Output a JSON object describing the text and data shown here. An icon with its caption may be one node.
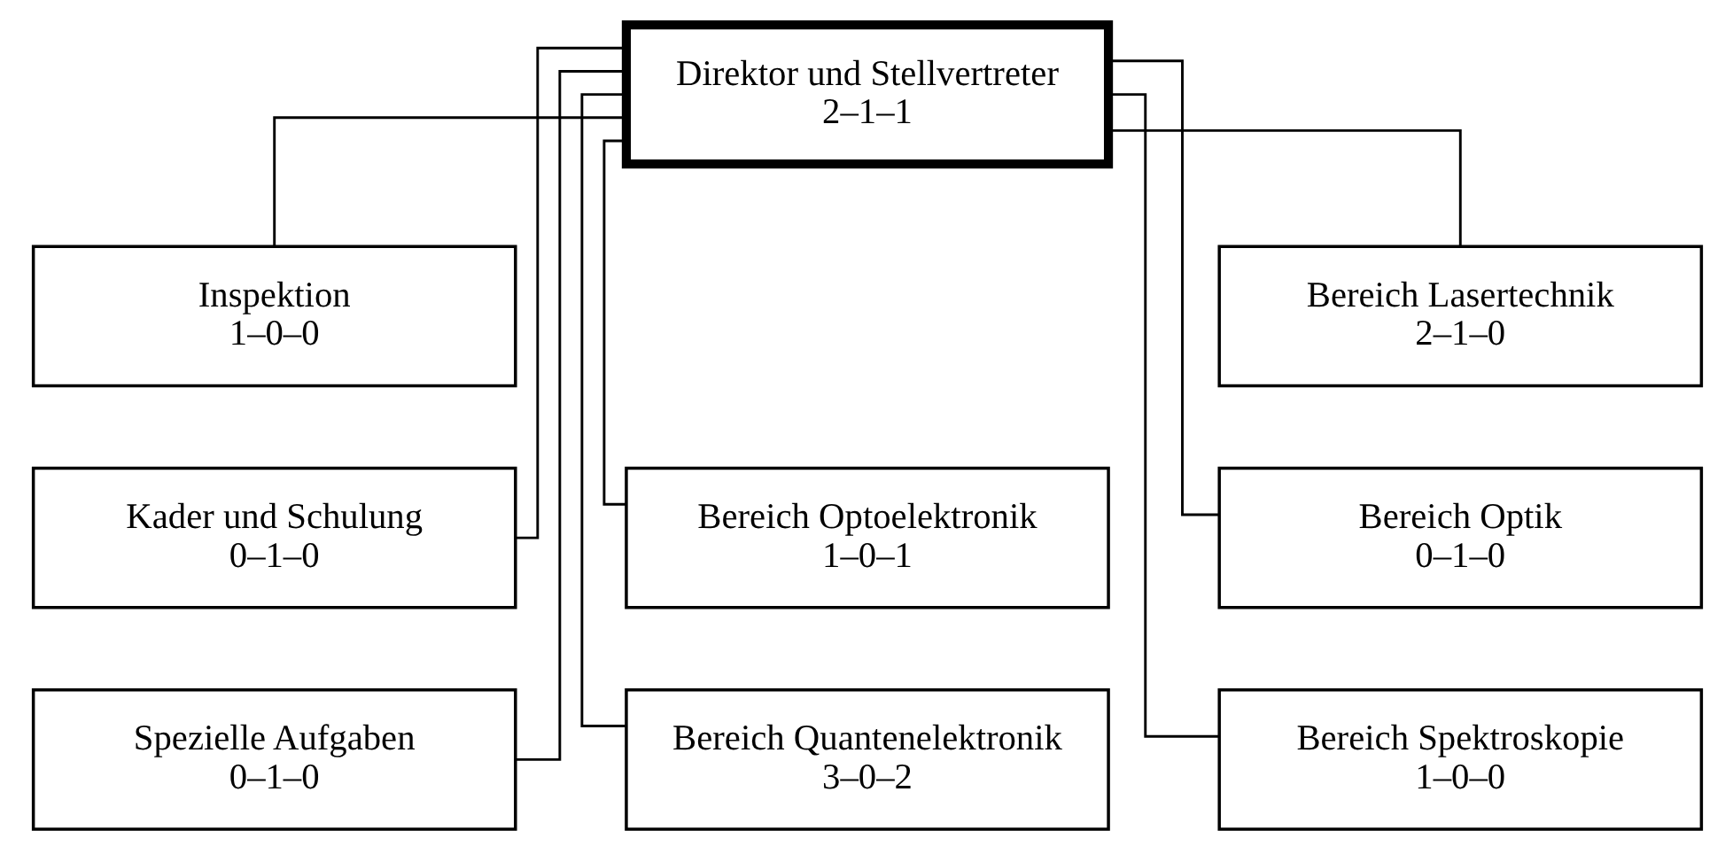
{
  "diagram": {
    "nodes": [
      {
        "text": [
          "Direktor und Stellvertreter",
          "2–1–1"
        ]
      },
      {
        "text": [
          "Inspektion",
          "1–0–0"
        ]
      },
      {
        "text": [
          "Bereich Lasertechnik",
          "2–1–0"
        ]
      },
      {
        "text": [
          "Kader und Schulung",
          "0–1–0"
        ]
      },
      {
        "text": [
          "Bereich Optoelektronik",
          "1–0–1"
        ]
      },
      {
        "text": [
          "Bereich Optik",
          "0–1–0"
        ]
      },
      {
        "text": [
          "Spezielle Aufgaben",
          "0–1–0"
        ]
      },
      {
        "text": [
          "Bereich Quantenelektronik",
          "3–0–2"
        ]
      },
      {
        "text": [
          "Bereich Spektroskopie",
          "1–0–0"
        ]
      }
    ],
    "edges": [
      {
        "from": 0,
        "to": 1,
        "arrow": "none"
      },
      {
        "from": 0,
        "to": 3,
        "arrow": "none"
      },
      {
        "from": 0,
        "to": 6,
        "arrow": "none"
      },
      {
        "from": 0,
        "to": 4,
        "arrow": "none"
      },
      {
        "from": 0,
        "to": 7,
        "arrow": "none"
      },
      {
        "from": 0,
        "to": 2,
        "arrow": "none"
      },
      {
        "from": 0,
        "to": 5,
        "arrow": "none"
      },
      {
        "from": 0,
        "to": 8,
        "arrow": "none"
      }
    ]
  }
}
